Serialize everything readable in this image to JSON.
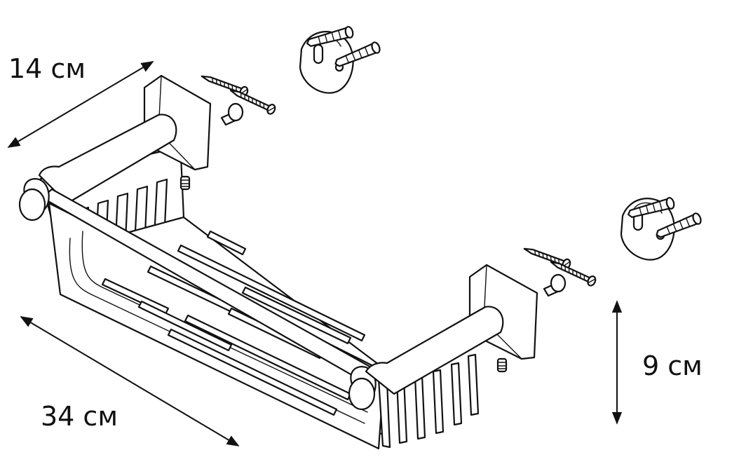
{
  "dimensions": {
    "depth": "14 см",
    "width": "34 см",
    "height": "9 см"
  }
}
